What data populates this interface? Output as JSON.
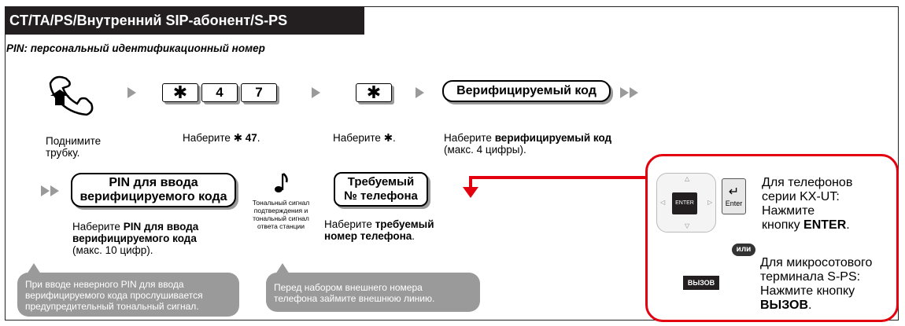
{
  "header": {
    "title": "CT/TA/PS/Внутренний SIP-абонент/S-PS"
  },
  "subtitle": "PIN: персональный идентификационный номер",
  "keys": {
    "star": "✱",
    "four": "4",
    "seven": "7",
    "star2": "✱"
  },
  "pills": {
    "verify_code": "Верифицируемый код",
    "pin_line1": "PIN для ввода",
    "pin_line2": "верифицируемого кода",
    "phone_line1": "Требуемый",
    "phone_line2": "№ телефона"
  },
  "steps": {
    "lift_line1": "Поднимите",
    "lift_line2": "трубку.",
    "dial47_prefix": "Наберите ",
    "dial47_star": "✱",
    "dial47_bold": " 47",
    "dial47_suffix": ".",
    "dialstar_prefix": "Наберите ",
    "dialstar_star": "✱",
    "dialstar_suffix": ".",
    "code_prefix": "Наберите ",
    "code_bold": "верифицируемый код",
    "code_note": "(макс. 4 цифры).",
    "pin_prefix": "Наберите ",
    "pin_bold1": "PIN для ввода",
    "pin_bold2": "верифицируемого кода",
    "pin_note": "(макс. 10 цифр).",
    "phone_prefix": "Наберите ",
    "phone_bold1": "требуемый",
    "phone_bold2": "номер телефона",
    "phone_suffix": "."
  },
  "tone_note": {
    "line1": "Тональный сигнал",
    "line2": "подтверждения и",
    "line3": "тональный сигнал",
    "line4": "ответа станции"
  },
  "bubbles": {
    "left_line1": "При вводе неверного PIN для ввода",
    "left_line2": "верифицируемого кода прослушивается",
    "left_line3": "предупредительный тональный сигнал.",
    "right_line1": "Перед набором внешнего номера",
    "right_line2": "телефона займите внешнюю линию."
  },
  "devices": {
    "enter_key_label": "ENTER",
    "enter_button_label": "Enter",
    "or_label": "или",
    "call_key_label": "ВЫЗОВ",
    "kxut_line1": "Для телефонов",
    "kxut_line2": "серии KX-UT:",
    "kxut_line3": "Нажмите",
    "kxut_line4_prefix": "кнопку ",
    "kxut_line4_bold": "ENTER",
    "kxut_line4_suffix": ".",
    "sps_line1": "Для микросотового",
    "sps_line2": "терминала S-PS:",
    "sps_line3": "Нажмите кнопку",
    "sps_line4_bold": "ВЫЗОВ",
    "sps_line4_suffix": "."
  },
  "colors": {
    "accent_red": "#e3000f",
    "header_bg": "#231f20",
    "shadow_gray": "#9a9a9a"
  },
  "icons": [
    "handset-lift-icon",
    "music-note-icon",
    "enter-arrow-icon",
    "navigation-pad-icon"
  ]
}
